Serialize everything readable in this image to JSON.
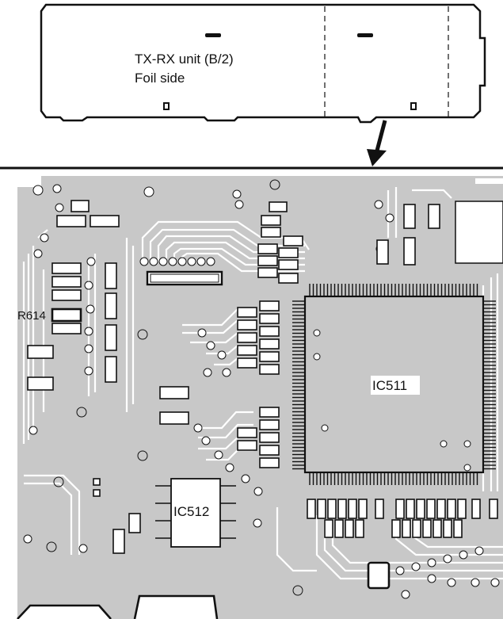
{
  "unit_outline": {
    "title_line1": "TX-RX unit (B/2)",
    "title_line2": "Foil side"
  },
  "board": {
    "labels": {
      "r614": "R614",
      "ic511": "IC511",
      "ic512": "IC512"
    }
  },
  "colors": {
    "board_bg": "#c8c8c8",
    "trace": "#ffffff",
    "outline": "#111111"
  }
}
